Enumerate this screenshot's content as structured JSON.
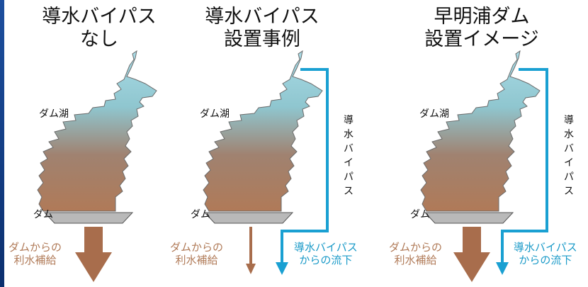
{
  "panels": [
    {
      "title": "導水バイパス\nなし",
      "lake_label": "ダム湖",
      "dam_label": "ダム",
      "release_label": "ダムからの\n利水補給"
    },
    {
      "title": "導水バイパス\n設置事例",
      "lake_label": "ダム湖",
      "dam_label": "ダム",
      "bypass_label": "導\n水\nバ\nイ\nパ\nス",
      "release_label": "ダムからの\n利水補給",
      "bypass_flow_label": "導水バイパス\nからの流下"
    },
    {
      "title": "早明浦ダム\n設置イメージ",
      "lake_label": "ダム湖",
      "dam_label": "ダム",
      "bypass_label": "導\n水\nバ\nイ\nパ\nス",
      "release_label": "ダムからの\n利水補給",
      "bypass_flow_label": "導水バイパス\nからの流下"
    }
  ],
  "colors": {
    "lake_top": "#9fd3df",
    "lake_bottom": "#b07a5a",
    "dam_fill": "#b9b9b9",
    "dam_stroke": "#555555",
    "release_arrow": "#a86d4c",
    "bypass_pipe": "#1aa0d2"
  }
}
